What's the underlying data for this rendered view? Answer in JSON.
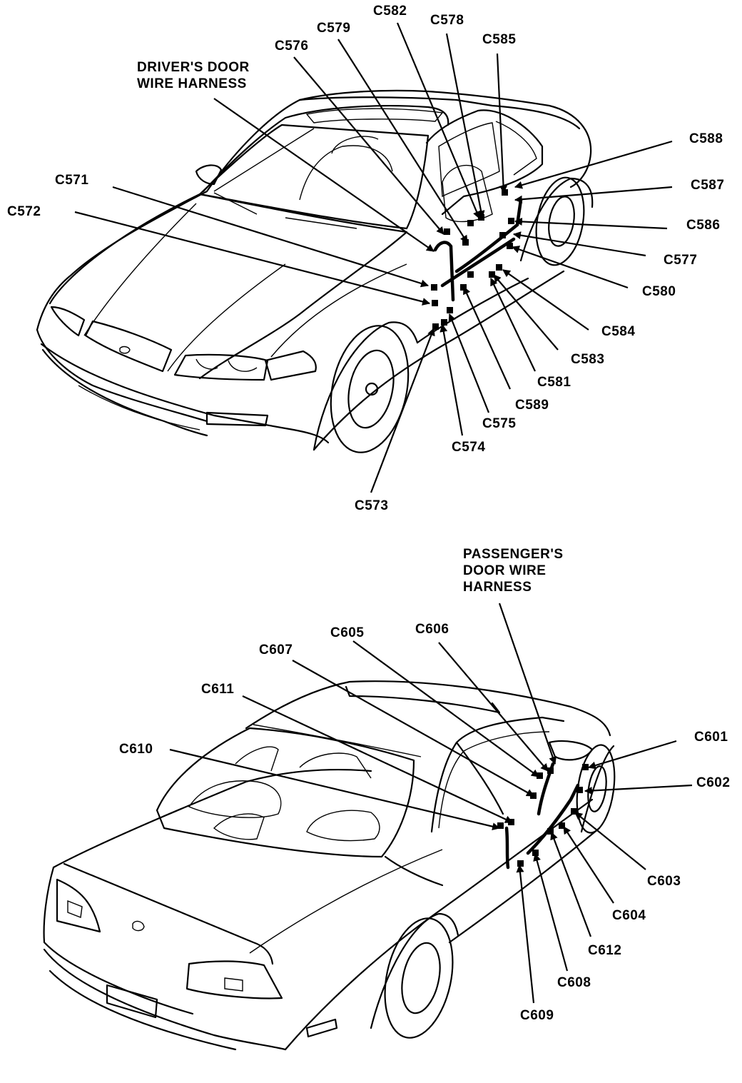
{
  "top_diagram": {
    "harness_label": "DRIVER'S DOOR\nWIRE HARNESS",
    "connectors": [
      "C571",
      "C572",
      "C573",
      "C574",
      "C575",
      "C576",
      "C577",
      "C578",
      "C579",
      "C580",
      "C581",
      "C582",
      "C583",
      "C584",
      "C585",
      "C586",
      "C587",
      "C588",
      "C589"
    ]
  },
  "bottom_diagram": {
    "harness_label": "PASSENGER'S\nDOOR WIRE\nHARNESS",
    "connectors": [
      "C601",
      "C602",
      "C603",
      "C604",
      "C605",
      "C606",
      "C607",
      "C608",
      "C609",
      "C610",
      "C611",
      "C612"
    ]
  }
}
